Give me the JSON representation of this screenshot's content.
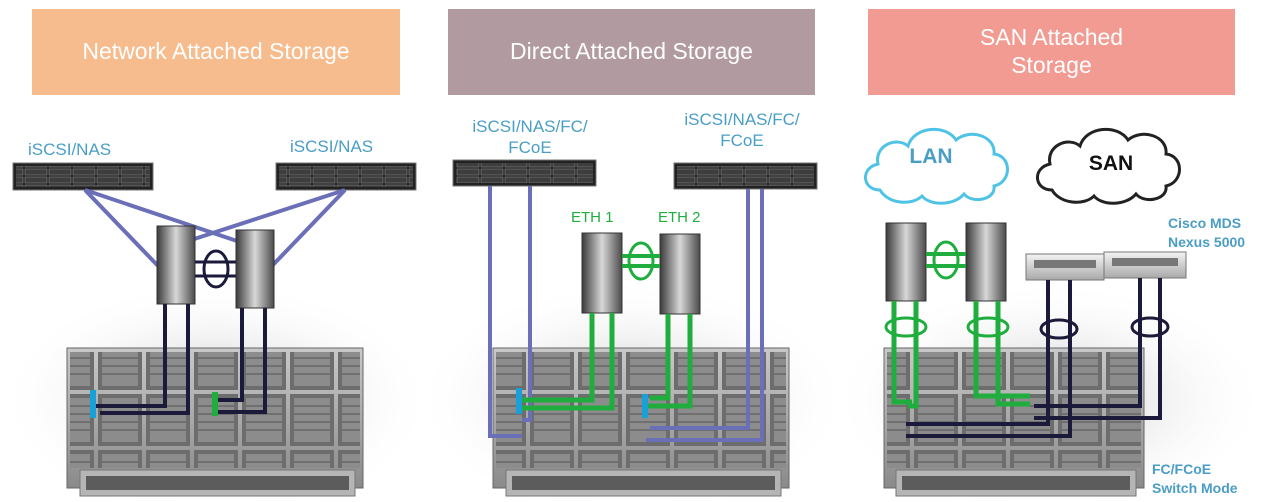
{
  "panels": {
    "nas": {
      "title": "Network Attached Storage",
      "left_array_label": "iSCSI/NAS",
      "right_array_label": "iSCSI/NAS"
    },
    "das": {
      "title": "Direct Attached Storage",
      "left_array_label_line1": "iSCSI/NAS/FC/",
      "left_array_label_line2": "FCoE",
      "right_array_label_line1": "iSCSI/NAS/FC/",
      "right_array_label_line2": "FCoE",
      "eth1_label": "ETH 1",
      "eth2_label": "ETH 2"
    },
    "san": {
      "title_line1": "SAN Attached",
      "title_line2": "Storage",
      "lan_cloud": "LAN",
      "san_cloud": "SAN",
      "mds_label_line1": "Cisco MDS",
      "mds_label_line2": "Nexus 5000",
      "mode_label_line1": "FC/FCoE",
      "mode_label_line2": "Switch Mode"
    }
  },
  "colors": {
    "nas_header": "#f7bc8e",
    "das_header": "#b29aa1",
    "san_header": "#f19b92",
    "storage_link": "#6b6fb8",
    "ethernet_link": "#1fae3e",
    "fc_link": "#1c1a3a",
    "label_blue": "#4a9ec6"
  }
}
